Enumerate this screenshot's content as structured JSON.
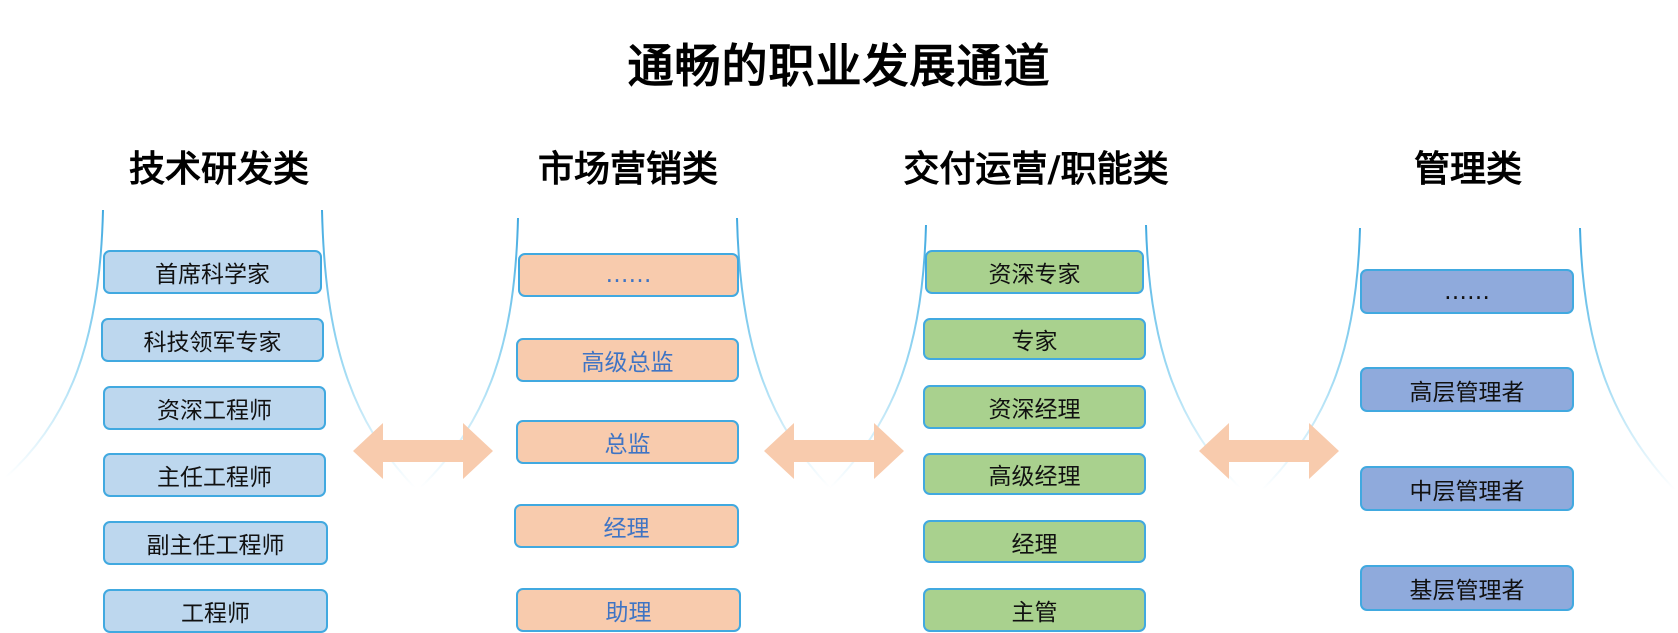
{
  "title": "通畅的职业发展通道",
  "columns": [
    {
      "key": "tech",
      "title": "技术研发类",
      "color": "#bdd7ee",
      "items": [
        "首席科学家",
        "科技领军专家",
        "资深工程师",
        "主任工程师",
        "副主任工程师",
        "工程师"
      ]
    },
    {
      "key": "market",
      "title": "市场营销类",
      "color": "#f8cbad",
      "items": [
        "……",
        "高级总监",
        "总监",
        "经理",
        "助理"
      ]
    },
    {
      "key": "ops",
      "title": "交付运营/职能类",
      "color": "#a9d18e",
      "items": [
        "资深专家",
        "专家",
        "资深经理",
        "高级经理",
        "经理",
        "主管"
      ]
    },
    {
      "key": "mgmt",
      "title": "管理类",
      "color": "#8faadc",
      "items": [
        "……",
        "高层管理者",
        "中层管理者",
        "基层管理者"
      ]
    }
  ],
  "arrows": [
    {
      "from": "tech",
      "to": "market",
      "icon": "double-arrow-icon"
    },
    {
      "from": "market",
      "to": "ops",
      "icon": "double-arrow-icon"
    },
    {
      "from": "ops",
      "to": "mgmt",
      "icon": "double-arrow-icon"
    }
  ],
  "colors": {
    "node_border": "#41a9e0",
    "curve": "#5bc0eb",
    "arrow": "#f8cbad",
    "market_text": "#3f74c4"
  }
}
